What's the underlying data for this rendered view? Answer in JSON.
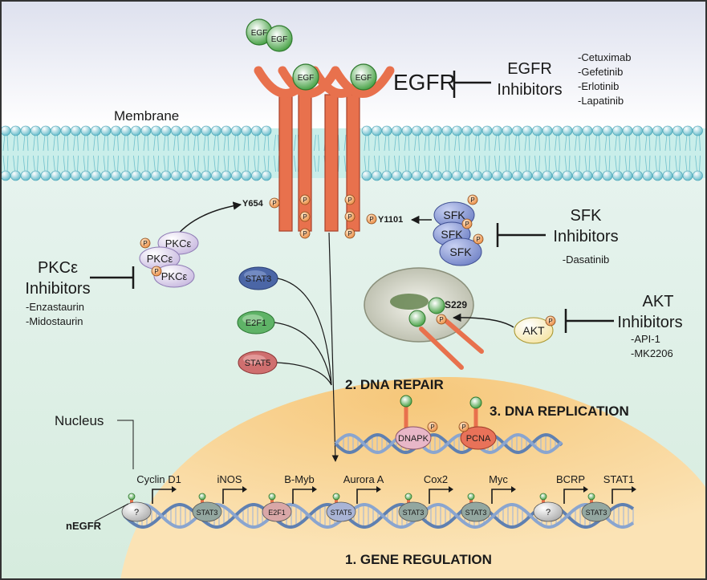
{
  "ligand": {
    "egf_label": "EGF"
  },
  "receptor": {
    "name": "EGFR"
  },
  "membrane": {
    "label": "Membrane"
  },
  "nucleus": {
    "label": "Nucleus"
  },
  "egfr_inhibitors": {
    "title_line1": "EGFR",
    "title_line2": "Inhibitors",
    "drugs": [
      "-Cetuximab",
      "-Gefetinib",
      "-Erlotinib",
      "-Lapatinib"
    ]
  },
  "sfk_inhibitors": {
    "title_line1": "SFK",
    "title_line2": "Inhibitors",
    "drugs": [
      "-Dasatinib"
    ]
  },
  "pkce_inhibitors": {
    "title_line1": "PKCε",
    "title_line2": "Inhibitors",
    "drugs": [
      "-Enzastaurin",
      "-Midostaurin"
    ]
  },
  "akt_inhibitors": {
    "title_line1": "AKT",
    "title_line2": "Inhibitors",
    "drugs": [
      "-API-1",
      "-MK2206"
    ]
  },
  "kinases": {
    "sfk": "SFK",
    "pkce": "PKCε",
    "akt": "AKT",
    "phospho": "P"
  },
  "sites": {
    "y654": "Y654",
    "y1101": "Y1101",
    "s229": "S229"
  },
  "transcription_factors": [
    "STAT3",
    "E2F1",
    "STAT5"
  ],
  "processes": {
    "dna_repair": "2. DNA REPAIR",
    "dna_replication": "3. DNA REPLICATION",
    "gene_regulation": "1. GENE REGULATION"
  },
  "repair_partners": {
    "dnapk": "DNAPK",
    "pcna": "PCNA"
  },
  "nuclear_egfr": {
    "label": "nEGFR"
  },
  "target_genes": [
    {
      "gene": "Cyclin D1",
      "factor": "?"
    },
    {
      "gene": "iNOS",
      "factor": "STAT3"
    },
    {
      "gene": "B-Myb",
      "factor": "E2F1"
    },
    {
      "gene": "Aurora A",
      "factor": "STAT5"
    },
    {
      "gene": "Cox2",
      "factor": "STAT3"
    },
    {
      "gene": "Myc",
      "factor": "STAT3"
    },
    {
      "gene": "BCRP",
      "factor": "?"
    },
    {
      "gene": "STAT1",
      "factor": "STAT3"
    }
  ],
  "colors": {
    "extracellular_top": "#e3e6f1",
    "cytoplasm": "#ddeee4",
    "membrane": "#c6ecea",
    "lipid_head": "#78c9d6",
    "nucleus": "#f8d28f",
    "receptor": "#e8714d",
    "egf": "#4fae48",
    "phospho": "#f2a35c",
    "stat3": "#4b66a6",
    "e2f1": "#5fb367",
    "stat5": "#cf6f6f",
    "sfk": "#7f8fd0",
    "pkce": "#d9ccea",
    "akt": "#fff2b8",
    "dna": "#7f9fc8"
  }
}
